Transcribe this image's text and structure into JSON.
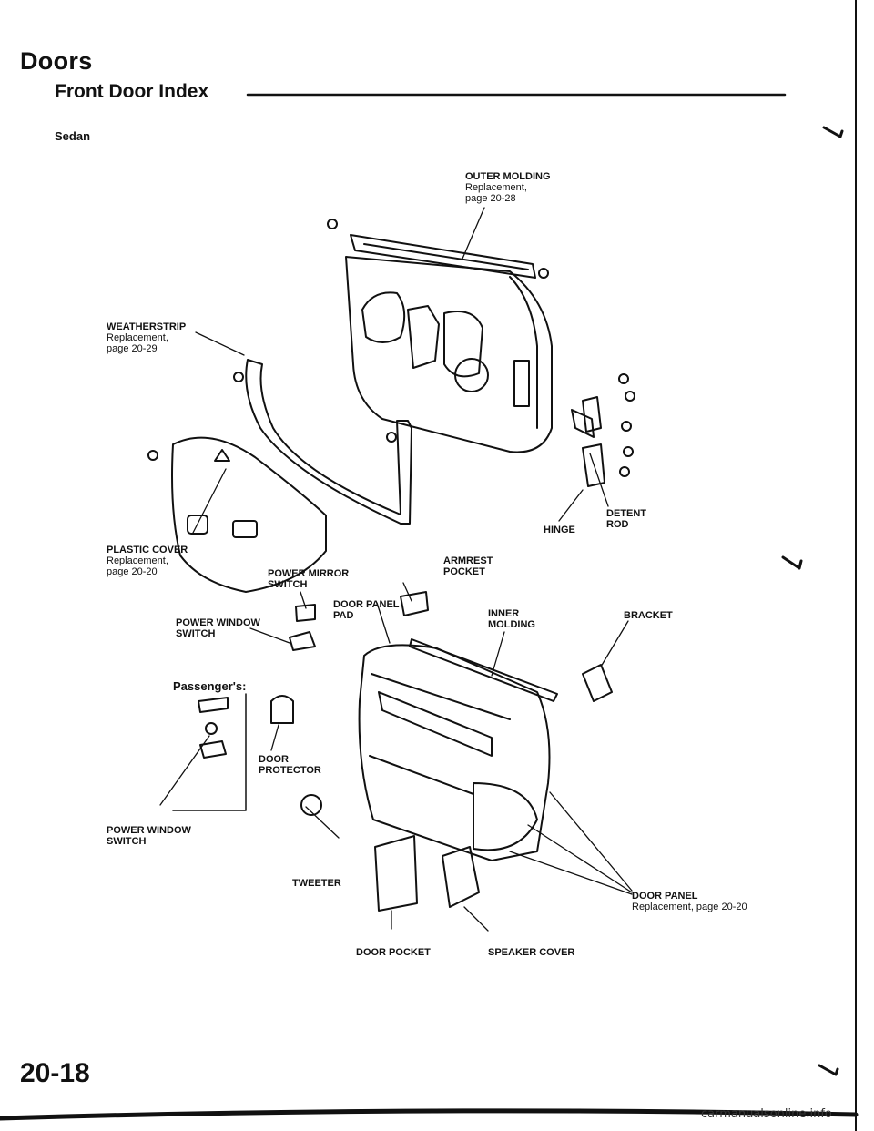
{
  "header": {
    "section_title": "Doors",
    "subtitle": "Front Door Index",
    "variant": "Sedan"
  },
  "labels": {
    "outer_molding": {
      "name": "OUTER MOLDING",
      "note1": "Replacement,",
      "note2": "page 20-28"
    },
    "weatherstrip": {
      "name": "WEATHERSTRIP",
      "note1": "Replacement,",
      "note2": "page 20-29"
    },
    "plastic_cover": {
      "name": "PLASTIC COVER",
      "note1": "Replacement,",
      "note2": "page 20-20"
    },
    "hinge": "HINGE",
    "detent_rod": {
      "line1": "DETENT",
      "line2": "ROD"
    },
    "power_mirror_switch": {
      "line1": "POWER MIRROR",
      "line2": "SWITCH"
    },
    "armrest_pocket": {
      "line1": "ARMREST",
      "line2": "POCKET"
    },
    "door_panel_pad": {
      "line1": "DOOR PANEL",
      "line2": "PAD"
    },
    "power_window_switch": {
      "line1": "POWER WINDOW",
      "line2": "SWITCH"
    },
    "inner_molding": {
      "line1": "INNER",
      "line2": "MOLDING"
    },
    "bracket": "BRACKET",
    "passengers": "Passenger's:",
    "door_protector": {
      "line1": "DOOR",
      "line2": "PROTECTOR"
    },
    "power_window_switch_passenger": {
      "line1": "POWER WINDOW",
      "line2": "SWITCH"
    },
    "tweeter": "TWEETER",
    "door_panel": {
      "name": "DOOR PANEL",
      "note": "Replacement, page 20-20"
    },
    "door_pocket": "DOOR POCKET",
    "speaker_cover": "SPEAKER COVER"
  },
  "footer": {
    "page_number": "20-18",
    "watermark": "carmanualsonline.info"
  }
}
